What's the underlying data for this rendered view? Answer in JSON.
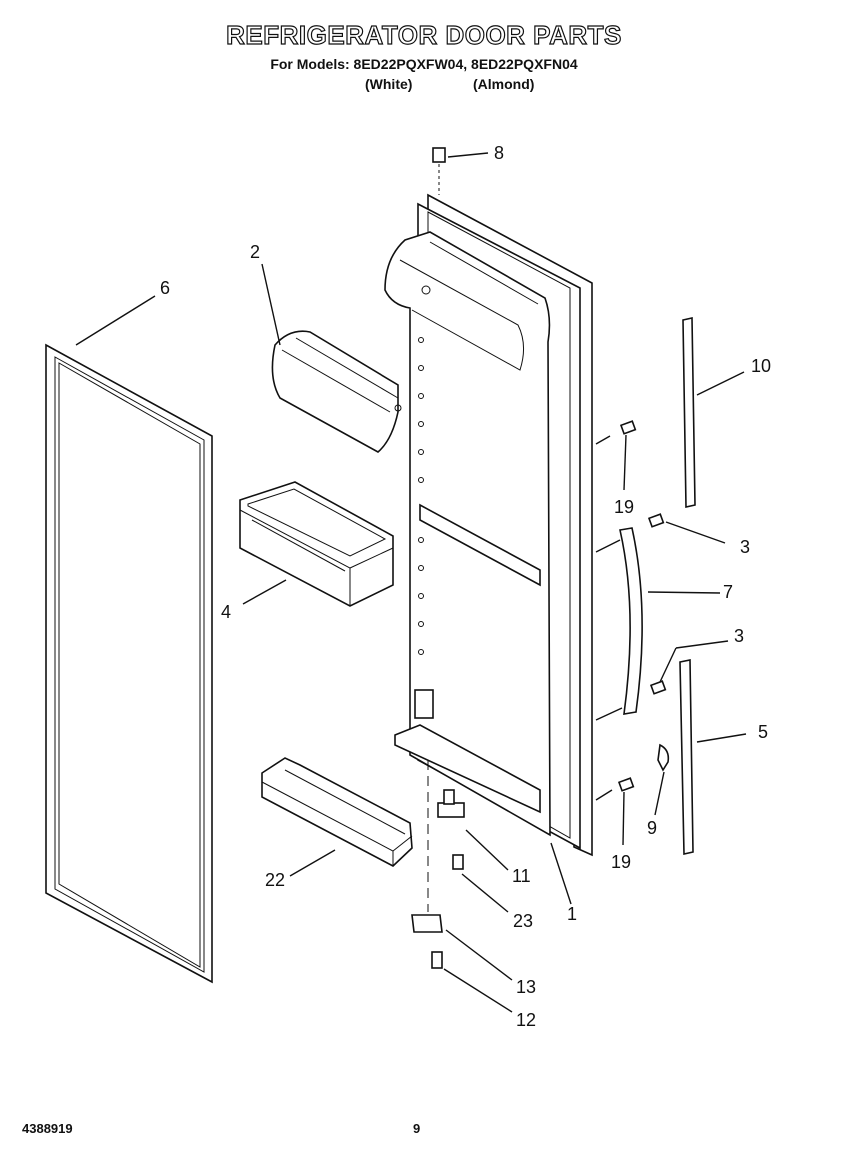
{
  "header": {
    "title": "REFRIGERATOR DOOR PARTS",
    "models_line": "For Models: 8ED22PQXFW04, 8ED22PQXFN04",
    "variant_white": "(White)",
    "variant_almond": "(Almond)"
  },
  "callouts": {
    "p1": "1",
    "p2": "2",
    "p3a": "3",
    "p3b": "3",
    "p4": "4",
    "p5": "5",
    "p6": "6",
    "p7": "7",
    "p8": "8",
    "p9": "9",
    "p10": "10",
    "p11": "11",
    "p12": "12",
    "p13": "13",
    "p19a": "19",
    "p19b": "19",
    "p22": "22",
    "p23": "23"
  },
  "footer": {
    "doc_number": "4388919",
    "page_number": "9"
  }
}
